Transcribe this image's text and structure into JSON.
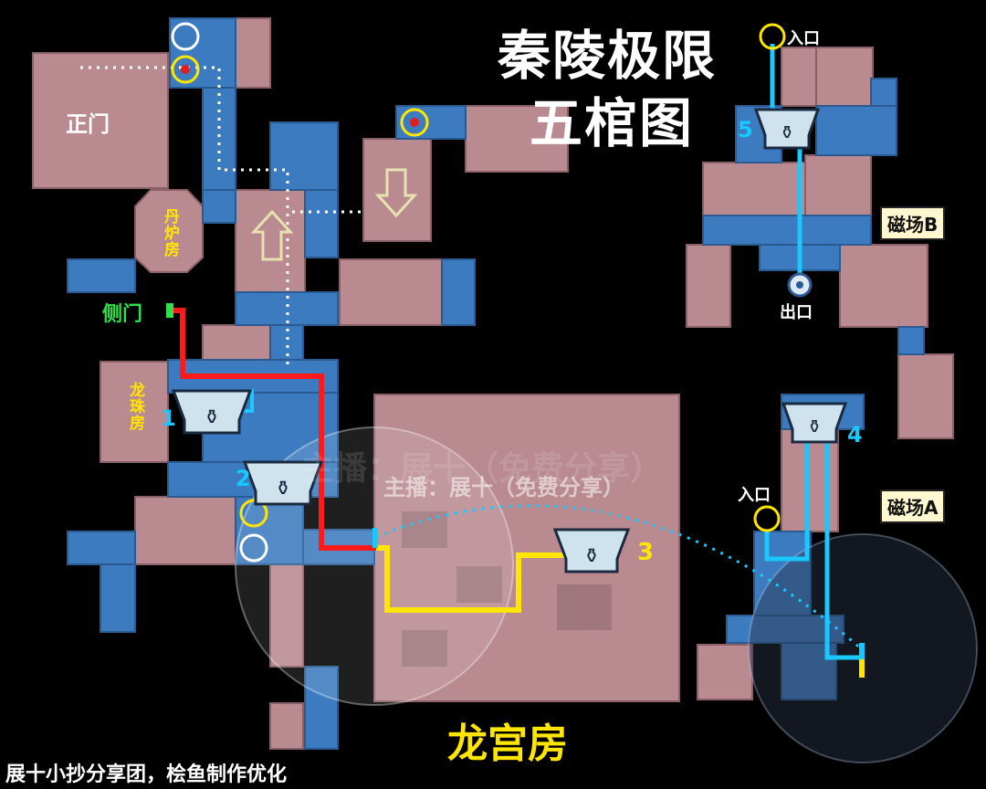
{
  "title_line1": "秦陵极限",
  "title_line2": "五棺图",
  "labels": {
    "main_gate": "正门",
    "furnace_room": "丹炉房",
    "side_gate": "侧门",
    "dragon_pearl_room": "龙珠房",
    "dragon_palace_room": "龙宫房",
    "entrance_top": "入口",
    "entrance_bottom": "入口",
    "exit": "出口",
    "magnetic_field_b": "磁场B",
    "magnetic_field_a": "磁场A"
  },
  "coffins": [
    "1",
    "2",
    "3",
    "4",
    "5"
  ],
  "watermark": "主播：展十（免费分享）",
  "watermark_faint": "主播：展十（免费分享）",
  "footer": "展十小抄分享团，桧鱼制作优化",
  "colors": {
    "background": "#000000",
    "room_pink": "#b98a90",
    "room_blue": "#3d7bc0",
    "route_red": "#ff1a1a",
    "route_yellow": "#ffe600",
    "route_cyan": "#19c8ff",
    "dotted_white": "#ffffff"
  }
}
